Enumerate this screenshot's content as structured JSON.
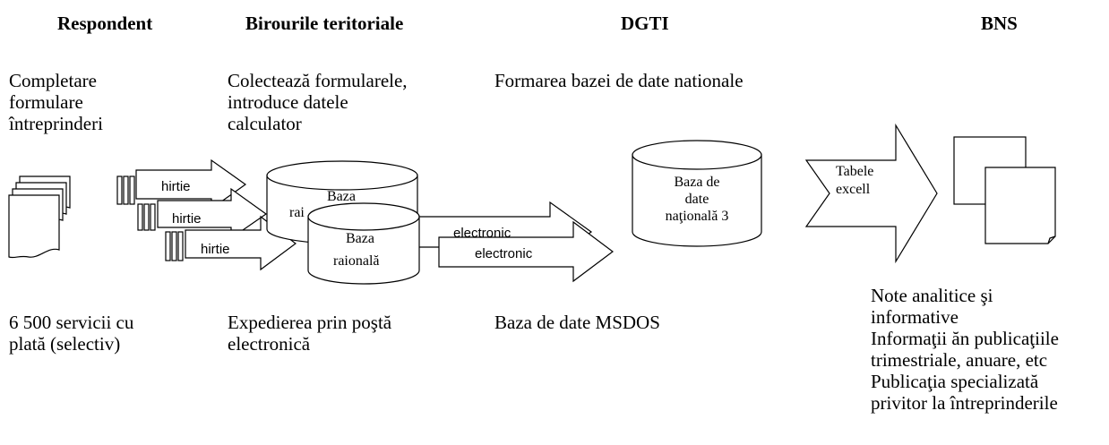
{
  "columns": {
    "respondent": "Respondent",
    "birouri": "Birourile teritoriale",
    "dgti": "DGTI",
    "bns": "BNS"
  },
  "top_text": {
    "respondent": [
      "Completare",
      "formulare",
      "întreprinderi"
    ],
    "birouri": [
      "Colectează formularele,",
      "introduce datele",
      "calculator"
    ],
    "dgti": "Formarea bazei de date nationale"
  },
  "bottom_text": {
    "respondent": [
      "6 500 servicii cu",
      "plată (selectiv)"
    ],
    "birouri": [
      "Expedierea prin poştă",
      "electronică"
    ],
    "dgti": "Baza de date MSDOS",
    "bns": [
      "Note analitice şi",
      "informative",
      "Informaţii ăn publicaţiile",
      "trimestriale, anuare, etc",
      "Publicaţia specializată",
      "privitor la întreprinderile"
    ]
  },
  "arrows": {
    "paper_1": "hirtie",
    "paper_2": "hirtie",
    "paper_3": "hirtie",
    "electronic_1": "electronic",
    "electronic_2": "electronic",
    "tables": [
      "Tabele",
      "excell"
    ]
  },
  "databases": {
    "raion_back": [
      "Baza",
      "rai"
    ],
    "raion_front": [
      "Baza",
      "raională"
    ],
    "national": [
      "Baza de",
      "date",
      "naţională 3"
    ]
  }
}
